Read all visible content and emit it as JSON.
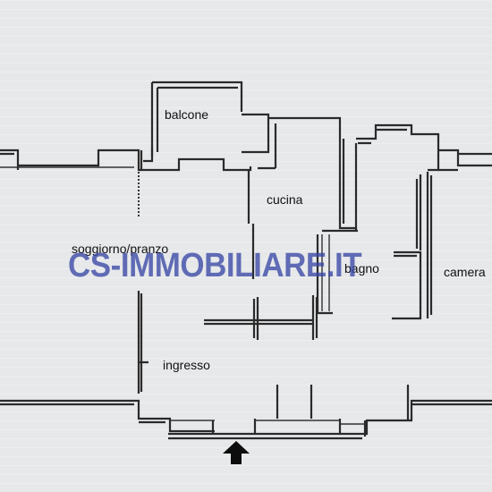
{
  "rooms": {
    "balcone": "balcone",
    "cucina": "cucina",
    "soggiorno": "soggiorno/pranzo",
    "bagno": "bagno",
    "camera": "camera",
    "ingresso": "ingresso"
  },
  "watermark": "CS-IMMOBILIARE.IT",
  "icons": {
    "entrance": "entrance-arrow-icon"
  },
  "colors": {
    "watermark": "#3a48a6",
    "walls": "#2a2a2a",
    "paper": "#e9ebed"
  }
}
